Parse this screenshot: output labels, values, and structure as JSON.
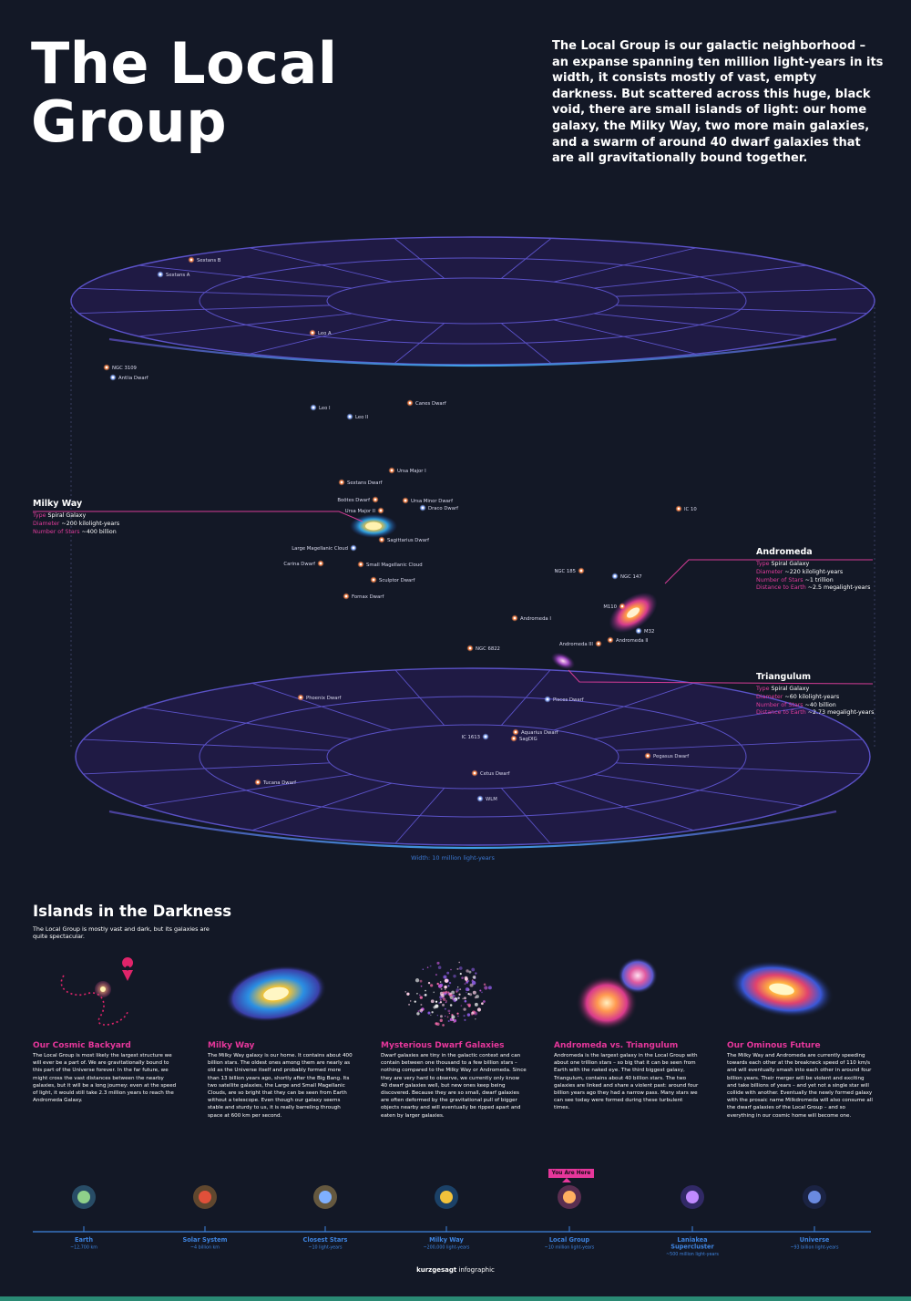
{
  "title": "The Local Group",
  "intro": "The Local Group is our galactic neighborhood – an expanse spanning ten million light-years in its width, it consists mostly of vast, empty darkness. But scattered across this huge, black void, there are small islands of light: our home galaxy, the Milky Way, two more main galaxies, and a swarm of around 40 dwarf galaxies that are all gravitationally bound together.",
  "galaxies": [
    {
      "name": "Sextans B",
      "color": "#ff8a50"
    },
    {
      "name": "Sextans A",
      "color": "#9ab4ff"
    },
    {
      "name": "Leo A",
      "color": "#ff8a50"
    },
    {
      "name": "NGC 3109",
      "color": "#ff8a50"
    },
    {
      "name": "Antlia Dwarf",
      "color": "#9ab4ff"
    },
    {
      "name": "Leo I",
      "color": "#9ab4ff"
    },
    {
      "name": "Leo II",
      "color": "#9ab4ff"
    },
    {
      "name": "Canes Dwarf",
      "color": "#ff8a50"
    },
    {
      "name": "Ursa Major I",
      "color": "#ff8a50"
    },
    {
      "name": "Sextans Dwarf",
      "color": "#ff8a50"
    },
    {
      "name": "Boötes Dwarf",
      "color": "#ff8a50"
    },
    {
      "name": "Ursa Minor Dwarf",
      "color": "#ff8a50"
    },
    {
      "name": "Ursa Major II",
      "color": "#ff8a50"
    },
    {
      "name": "Draco Dwarf",
      "color": "#9ab4ff"
    },
    {
      "name": "Sagittarius Dwarf",
      "color": "#ff8a50"
    },
    {
      "name": "Large Magellanic Cloud",
      "color": "#9ab4ff"
    },
    {
      "name": "Carina Dwarf",
      "color": "#ff8a50"
    },
    {
      "name": "Small Magellanic Cloud",
      "color": "#ff8a50"
    },
    {
      "name": "Sculptor Dwarf",
      "color": "#ff8a50"
    },
    {
      "name": "Fornax Dwarf",
      "color": "#ff8a50"
    },
    {
      "name": "IC 10",
      "color": "#ff8a50"
    },
    {
      "name": "NGC 185",
      "color": "#ff8a50"
    },
    {
      "name": "NGC 147",
      "color": "#9ab4ff"
    },
    {
      "name": "M110",
      "color": "#ff8a50"
    },
    {
      "name": "M32",
      "color": "#9ab4ff"
    },
    {
      "name": "Andromeda I",
      "color": "#ff8a50"
    },
    {
      "name": "Andromeda III",
      "color": "#ff8a50"
    },
    {
      "name": "Andromeda II",
      "color": "#ff8a50"
    },
    {
      "name": "NGC 6822",
      "color": "#ff8a50"
    },
    {
      "name": "Phoenix Dwarf",
      "color": "#ff8a50"
    },
    {
      "name": "Pisces Dwarf",
      "color": "#9ab4ff"
    },
    {
      "name": "IC 1613",
      "color": "#9ab4ff"
    },
    {
      "name": "Aquarius Dwarf",
      "color": "#ff8a50"
    },
    {
      "name": "SagDIG",
      "color": "#ff8a50"
    },
    {
      "name": "Pegasus Dwarf",
      "color": "#ff8a50"
    },
    {
      "name": "Tucana Dwarf",
      "color": "#ff8a50"
    },
    {
      "name": "Cetus Dwarf",
      "color": "#ff8a50"
    },
    {
      "name": "WLM",
      "color": "#9ab4ff"
    }
  ],
  "milky_way": {
    "name": "Milky Way",
    "type_label": "Type",
    "type": "Spiral Galaxy",
    "diameter_label": "Diameter",
    "diameter": "~200 kilolight-years",
    "stars_label": "Number of Stars",
    "stars": "~400 billion"
  },
  "andromeda": {
    "name": "Andromeda",
    "type_label": "Type",
    "type": "Spiral Galaxy",
    "diameter_label": "Diameter",
    "diameter": "~220 kilolight-years",
    "stars_label": "Number of Stars",
    "stars": "~1 trillion",
    "distance_label": "Distance to Earth",
    "distance": "~2.5 megalight-years"
  },
  "triangulum": {
    "name": "Triangulum",
    "type_label": "Type",
    "type": "Spiral Galaxy",
    "diameter_label": "Diameter",
    "diameter": "~60 kilolight-years",
    "stars_label": "Number of Stars",
    "stars": "~40 billion",
    "distance_label": "Distance to Earth",
    "distance": "~2.73 megalight-years"
  },
  "width_label": "Width: 10 million light-years",
  "islands": {
    "title": "Islands in the Darkness",
    "subtitle": "The Local Group is mostly vast and dark, but its galaxies are quite spectacular.",
    "columns": [
      {
        "title": "Our Cosmic Backyard",
        "text": "The Local Group is most likely the largest structure we will ever be a part of. We are gravitationally bound to this part of the Universe forever. In the far future, we might cross the vast distances between the nearby galaxies, but it will be a long journey: even at the speed of light, it would still take 2.3 million years to reach the Andromeda Galaxy."
      },
      {
        "title": "Milky Way",
        "text": "The Milky Way galaxy is our home. It contains about 400 billion stars. The oldest ones among them are nearly as old as the Universe itself and probably formed more than 13 billion years ago, shortly after the Big Bang. Its two satellite galaxies, the Large and Small Magellanic Clouds, are so bright that they can be seen from Earth without a telescope. Even though our galaxy seems stable and sturdy to us, it is really barreling through space at 600 km per second."
      },
      {
        "title": "Mysterious Dwarf Galaxies",
        "text": "Dwarf galaxies are tiny in the galactic context and can contain between one thousand to a few billion stars – nothing compared to the Milky Way or Andromeda. Since they are very hard to observe, we currently only know 40 dwarf galaxies well, but new ones keep being discovered. Because they are so small, dwarf galaxies are often deformed by the gravitational pull of bigger objects nearby and will eventually be ripped apart and eaten by larger galaxies."
      },
      {
        "title": "Andromeda vs. Triangulum",
        "text": "Andromeda is the largest galaxy in the Local Group with about one trillion stars – so big that it can be seen from Earth with the naked eye. The third biggest galaxy, Triangulum, contains about 40 billion stars. The two galaxies are linked and share a violent past: around four billion years ago they had a narrow pass. Many stars we can see today were formed during these turbulent times."
      },
      {
        "title": "Our Ominous Future",
        "text": "The Milky Way and Andromeda are currently speeding towards each other at the breakneck speed of 110 km/s and will eventually smash into each other in around four billion years. Their merger will be violent and exciting and take billions of years – and yet not a single star will collide with another. Eventually the newly formed galaxy with the prosaic name Milkdromeda will also consume all the dwarf galaxies of the Local Group – and so everything in our cosmic home will become one."
      }
    ]
  },
  "scale": {
    "you_are_here": "You Are Here",
    "items": [
      {
        "name": "Earth",
        "sub": "~12,700 km"
      },
      {
        "name": "Solar System",
        "sub": "~4 billion km"
      },
      {
        "name": "Closest Stars",
        "sub": "~10 light-years"
      },
      {
        "name": "Milky Way",
        "sub": "~200,000 light-years"
      },
      {
        "name": "Local Group",
        "sub": "~10 million light-years"
      },
      {
        "name": "Laniakea Supercluster",
        "name_lines": [
          "Laniakea",
          "Supercluster"
        ],
        "sub": "~500 million light-years"
      },
      {
        "name": "Universe",
        "sub": "~93 billion light-years"
      }
    ]
  },
  "brand": {
    "bold": "kurzgesagt",
    "rest": " infographic"
  }
}
